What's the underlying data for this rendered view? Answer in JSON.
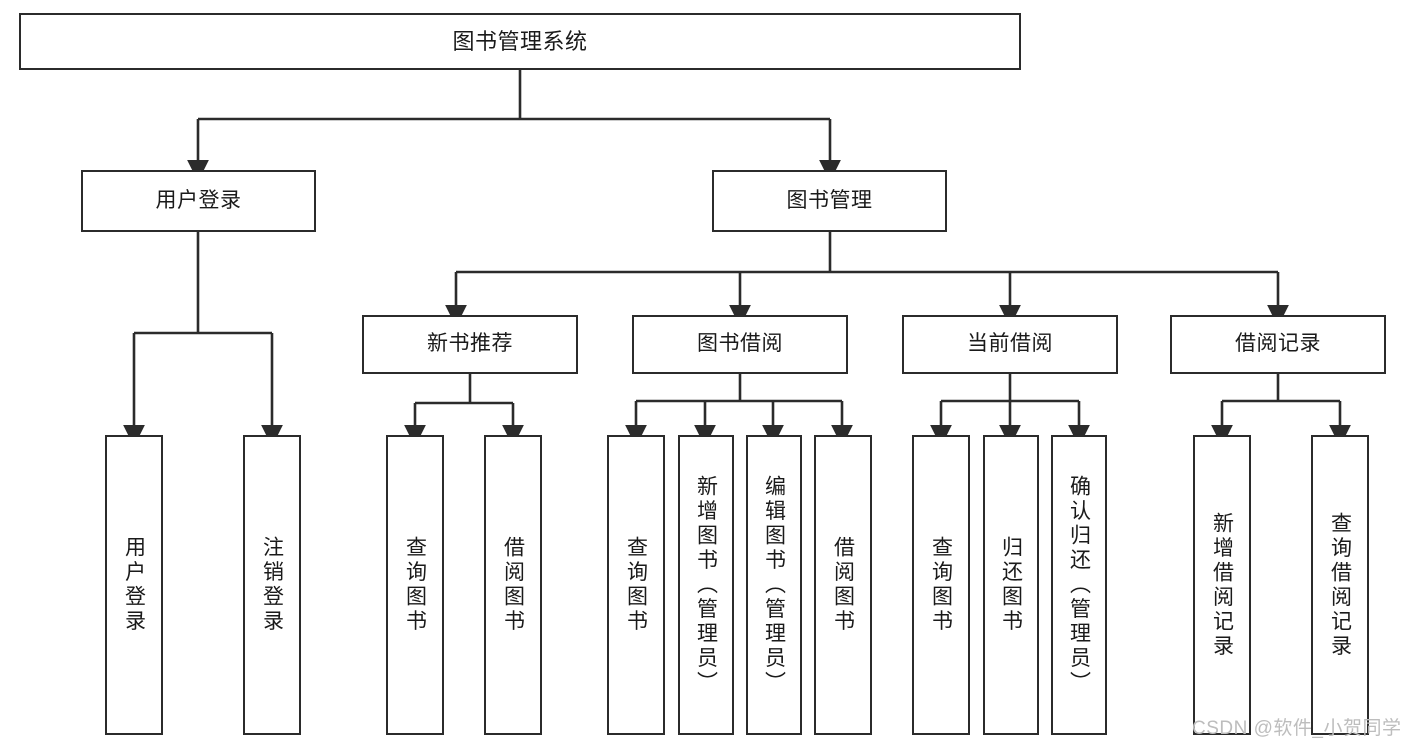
{
  "diagram": {
    "type": "tree-flowchart",
    "title": "图书管理系统",
    "theme": {
      "background": "#ffffff",
      "node_border": "#2b2b2b",
      "node_fill": "#ffffff",
      "text_color": "#1a1a1a",
      "edge_color": "#2b2b2b",
      "watermark_color": "#bdbdbd"
    },
    "root": {
      "label": "图书管理系统"
    },
    "level1": [
      {
        "label": "用户登录"
      },
      {
        "label": "图书管理"
      }
    ],
    "level2": [
      {
        "label": "新书推荐"
      },
      {
        "label": "图书借阅"
      },
      {
        "label": "当前借阅"
      },
      {
        "label": "借阅记录"
      }
    ],
    "leaves": {
      "user_login": [
        {
          "label": "用户登录"
        },
        {
          "label": "注销登录"
        }
      ],
      "new_book_recommend": [
        {
          "label": "查询图书"
        },
        {
          "label": "借阅图书"
        }
      ],
      "book_borrow": [
        {
          "label": "查询图书"
        },
        {
          "label": "新增图书（管理员）"
        },
        {
          "label": "编辑图书（管理员）"
        },
        {
          "label": "借阅图书"
        }
      ],
      "current_borrow": [
        {
          "label": "查询图书"
        },
        {
          "label": "归还图书"
        },
        {
          "label": "确认归还（管理员）"
        }
      ],
      "borrow_record": [
        {
          "label": "新增借阅记录"
        },
        {
          "label": "查询借阅记录"
        }
      ]
    },
    "watermark": "CSDN @软件_小贺同学"
  }
}
